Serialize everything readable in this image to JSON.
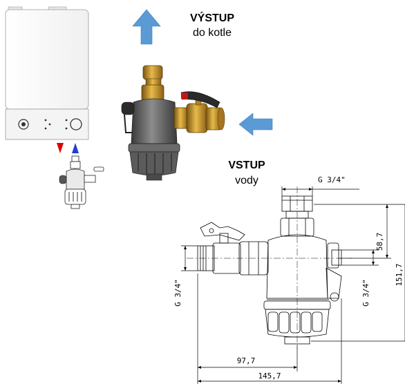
{
  "labels": {
    "output_title": "VÝSTUP",
    "output_sub": "do kotle",
    "input_title": "VSTUP",
    "input_sub": "vody"
  },
  "dimensions": {
    "thread_top": "G 3/4\"",
    "thread_left": "G 3/4\"",
    "thread_right": "G 3/4\"",
    "height_upper": "58,7",
    "height_total": "151,7",
    "width_axis": "97,7",
    "width_total": "145,7"
  },
  "colors": {
    "arrow_blue": "#5b9bd5",
    "brass": "#c8962e",
    "body_grey": "#6e6e6e",
    "hot_red": "#e00000",
    "cold_blue": "#1f3fd0"
  }
}
